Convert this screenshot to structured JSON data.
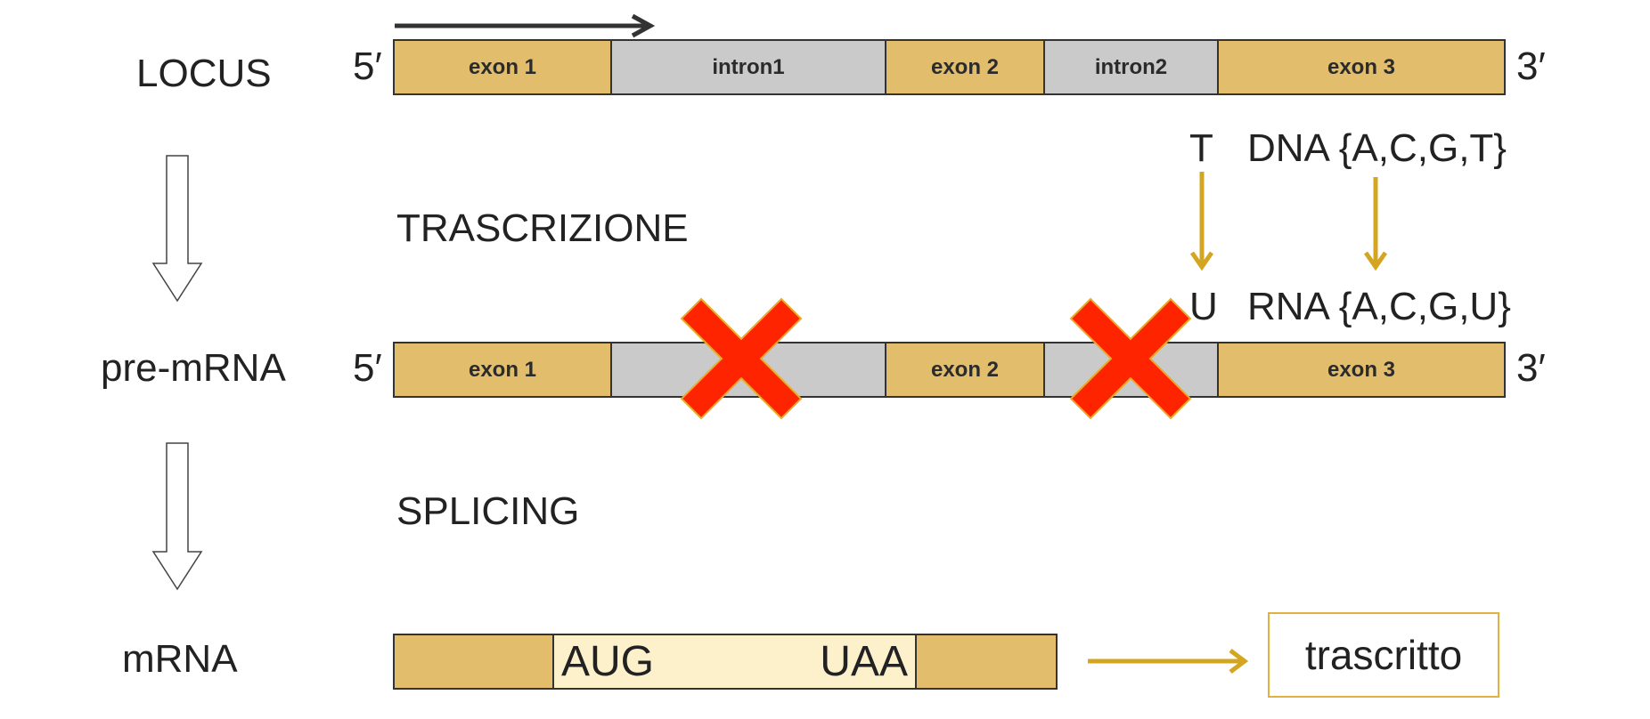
{
  "rows": {
    "locus": "LOCUS",
    "pre_mrna": "pre-mRNA",
    "mrna": "mRNA"
  },
  "steps": {
    "transcription": "TRASCRIZIONE",
    "splicing": "SPLICING"
  },
  "ends": {
    "five": "5′",
    "three": "3′"
  },
  "locus_bar": [
    "exon 1",
    "intron1",
    "exon 2",
    "intron2",
    "exon 3"
  ],
  "pre_mrna_bar": [
    "exon 1",
    "",
    "exon 2",
    "",
    "exon 3"
  ],
  "mrna_bar": {
    "start_codon": "AUG",
    "stop_codon": "UAA"
  },
  "nucleotides": {
    "dna_base": "T",
    "dna_set": "DNA {A,C,G,T}",
    "rna_base": "U",
    "rna_set": "RNA {A,C,G,U}"
  },
  "result": "trascritto",
  "colors": {
    "exon": "#e2bd6c",
    "intron": "#cacaca",
    "cross": "#ff2400",
    "arrow": "#d4a521"
  }
}
